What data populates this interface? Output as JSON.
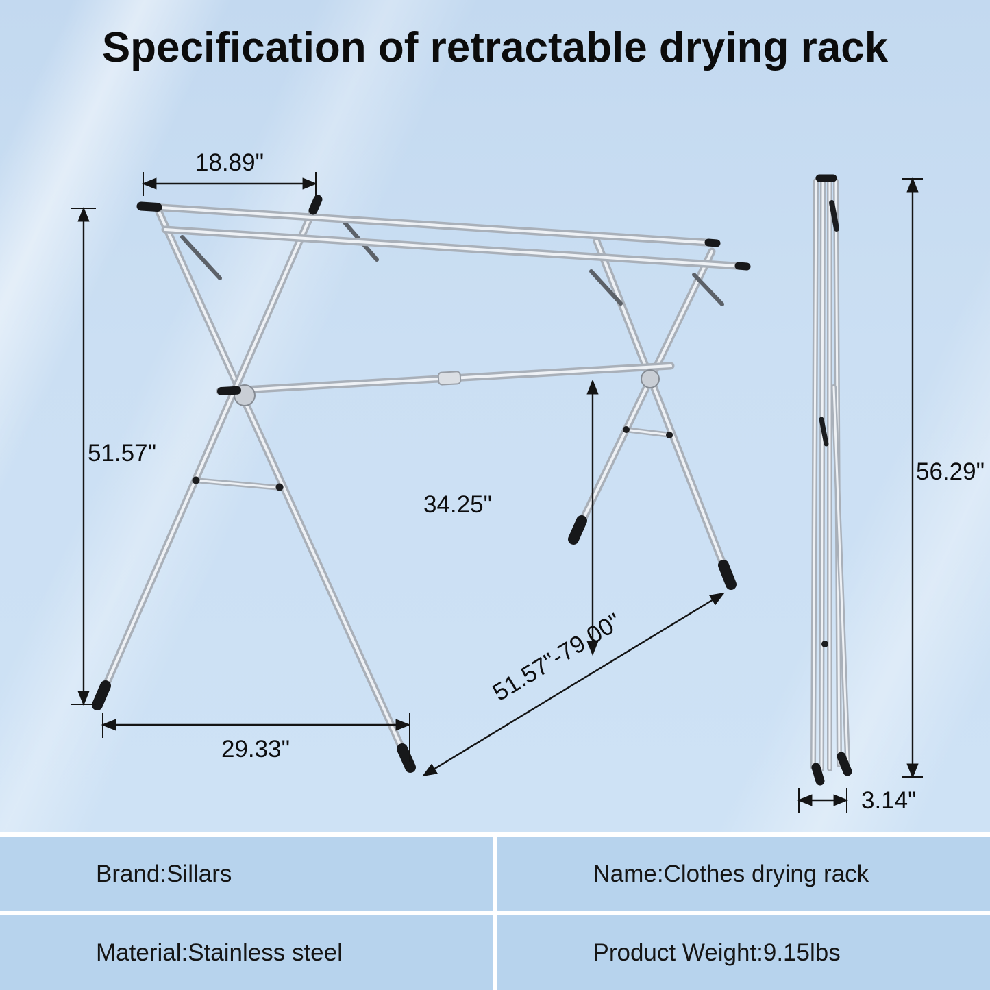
{
  "title": "Specification of retractable drying rack",
  "diagram": {
    "dimensions": {
      "rail_spacing": "18.89\"",
      "open_height": "51.57\"",
      "bar_height": "34.25\"",
      "base_width": "29.33\"",
      "length_range": "51.57\"-79.00\"",
      "folded_height": "56.29\"",
      "folded_width": "3.14\""
    }
  },
  "table": {
    "cells": [
      "Brand:Sillars",
      "Name:Clothes drying rack",
      "Material:Stainless steel",
      "Product Weight:9.15lbs"
    ]
  },
  "colors": {
    "background_top": "#c3d9f0",
    "background_bottom": "#cfe3f6",
    "table_cell": "#b7d3ed",
    "text": "#111111"
  }
}
